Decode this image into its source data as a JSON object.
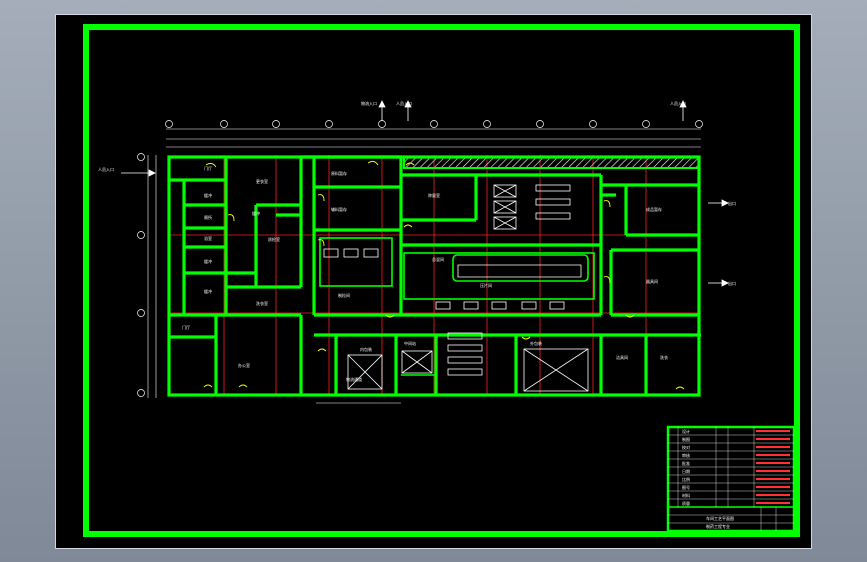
{
  "entrances": {
    "logistics": "物流入口",
    "staff_top": "人员入口",
    "staff_top_right": "人员入口",
    "staff_left": "人员入口",
    "exit_right_1": "出口",
    "exit_right_2": "出口"
  },
  "rooms": [
    {
      "id": "r1",
      "label": "门厅"
    },
    {
      "id": "r2",
      "label": "更衣室"
    },
    {
      "id": "r3",
      "label": "缓冲"
    },
    {
      "id": "r4",
      "label": "厕所"
    },
    {
      "id": "r5",
      "label": "浴室"
    },
    {
      "id": "r6",
      "label": "缓冲"
    },
    {
      "id": "r7",
      "label": "洗衣室"
    },
    {
      "id": "r8",
      "label": "缓冲"
    },
    {
      "id": "r9",
      "label": "门厅"
    },
    {
      "id": "r10",
      "label": "办公室"
    },
    {
      "id": "r11",
      "label": "原料暂存"
    },
    {
      "id": "r12",
      "label": "辅料暂存"
    },
    {
      "id": "r13",
      "label": "称量室"
    },
    {
      "id": "r14",
      "label": "制粒间"
    },
    {
      "id": "r15",
      "label": "总混间"
    },
    {
      "id": "r16",
      "label": "压片间"
    },
    {
      "id": "r17",
      "label": "内包装"
    },
    {
      "id": "r18",
      "label": "中间站"
    },
    {
      "id": "r19",
      "label": "外包装"
    },
    {
      "id": "r20",
      "label": "成品暂存"
    },
    {
      "id": "r21",
      "label": "器具间"
    },
    {
      "id": "r22",
      "label": "洁具间"
    },
    {
      "id": "r23",
      "label": "洗衣"
    },
    {
      "id": "r24",
      "label": "质检室"
    },
    {
      "id": "r25",
      "label": "缓冲"
    },
    {
      "id": "r26",
      "label": "物流通道"
    }
  ],
  "title_block": {
    "rows": [
      "设计",
      "制图",
      "校对",
      "审核",
      "批准",
      "日期",
      "比例",
      "图号",
      "材料",
      "质量"
    ],
    "name": "车间工艺平面图",
    "school": "制药工程专业"
  }
}
